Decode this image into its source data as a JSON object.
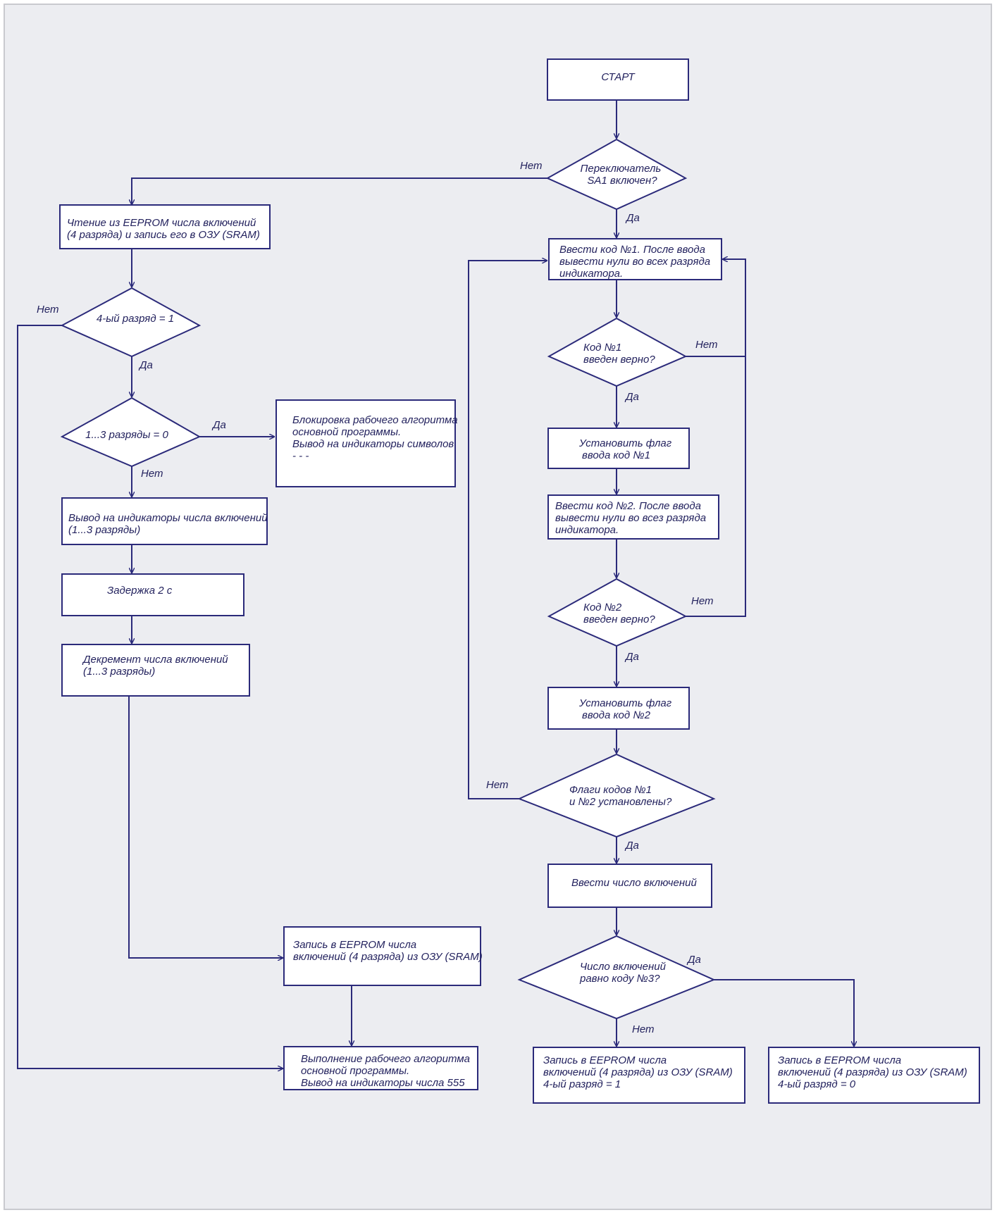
{
  "nodes": {
    "start": [
      "СТАРТ"
    ],
    "sa1_check": [
      "Переключатель",
      "SA1 включен?"
    ],
    "read_eeprom": [
      "Чтение из EEPROM числа включений",
      "(4 разряда) и запись его в ОЗУ (SRAM)"
    ],
    "bit4_check": [
      "4-ый разряд = 1"
    ],
    "bits13_check": [
      "1...3 разряды = 0"
    ],
    "block_algo": [
      "Блокировка рабочего алгоритма",
      "основной программы.",
      "Вывод на индикаторы символов",
      "- - -"
    ],
    "show_count": [
      "Вывод на индикаторы числа включений",
      "(1...3 разряды)"
    ],
    "delay": [
      "Задержка 2 с"
    ],
    "decrement": [
      "Декремент числа включений",
      "(1...3 разряды)"
    ],
    "write_eeprom_left": [
      "Запись в EEPROM числа",
      "включений (4 разряда) из ОЗУ (SRAM)"
    ],
    "run_algo": [
      "Выполнение рабочего алгоритма",
      "основной программы.",
      "Вывод на индикаторы числа 555"
    ],
    "enter_code1": [
      "Ввести код  №1. После ввода",
      "вывести нули во всех разряда",
      "индикатора."
    ],
    "code1_check": [
      "Код  №1",
      "введен верно?"
    ],
    "set_flag1": [
      "Установить флаг",
      "ввода код  №1"
    ],
    "enter_code2": [
      "Ввести код  №2. После ввода",
      "вывести нули во всез разряда",
      "индикатора."
    ],
    "code2_check": [
      "Код  №2",
      "введен верно?"
    ],
    "set_flag2": [
      "Установить флаг",
      "ввода код  №2"
    ],
    "flags_check": [
      "Флаги кодов №1",
      "и №2 установлены?"
    ],
    "enter_count": [
      "Ввести число включений"
    ],
    "count_check": [
      "Число включений",
      "равно коду №3?"
    ],
    "write_bit4_1": [
      "Запись в EEPROM числа",
      "включений (4 разряда) из ОЗУ (SRAM)",
      "4-ый разряд = 1"
    ],
    "write_bit4_0": [
      "Запись в EEPROM числа",
      "включений (4 разряда) из ОЗУ (SRAM)",
      "4-ый разряд = 0"
    ]
  },
  "edge_labels": {
    "sa1_no": "Нет",
    "sa1_yes": "Да",
    "bit4_no": "Нет",
    "bit4_yes": "Да",
    "bits13_yes": "Да",
    "bits13_no": "Нет",
    "code1_no": "Нет",
    "code1_yes": "Да",
    "code2_no": "Нет",
    "code2_yes": "Да",
    "flags_no": "Нет",
    "flags_yes": "Да",
    "count_yes": "Да",
    "count_no": "Нет"
  }
}
